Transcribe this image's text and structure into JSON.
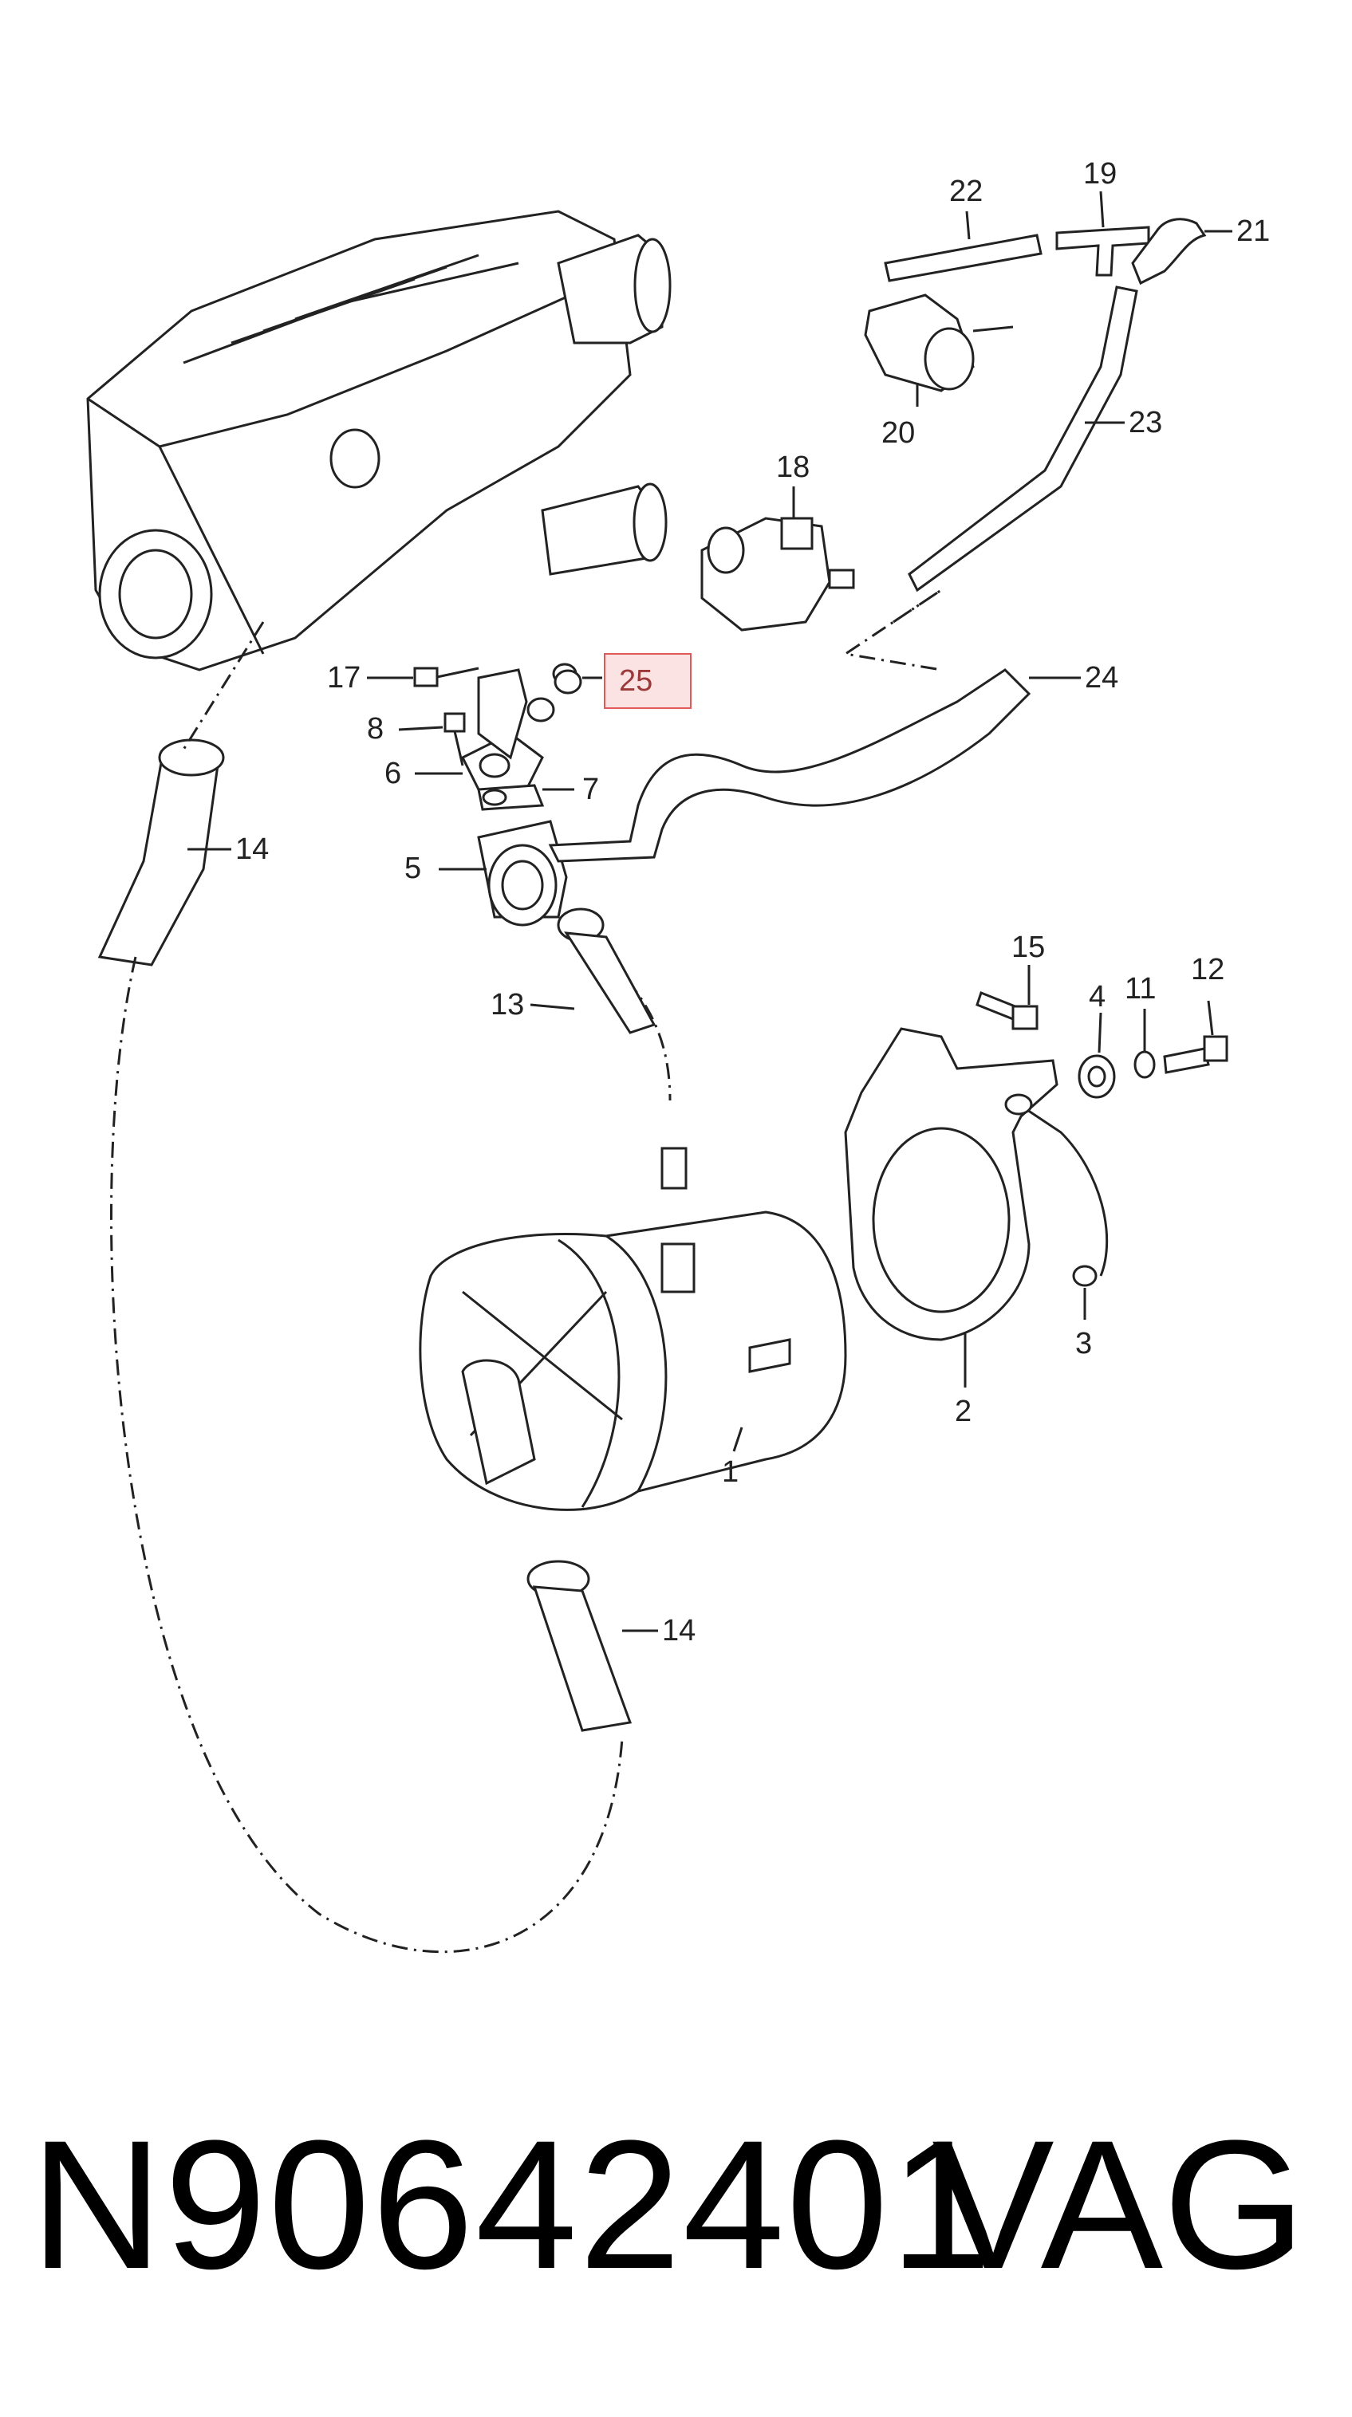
{
  "callouts": [
    {
      "id": "c1",
      "text": "1"
    },
    {
      "id": "c2",
      "text": "2"
    },
    {
      "id": "c3",
      "text": "3"
    },
    {
      "id": "c4",
      "text": "4"
    },
    {
      "id": "c5",
      "text": "5"
    },
    {
      "id": "c6",
      "text": "6"
    },
    {
      "id": "c7",
      "text": "7"
    },
    {
      "id": "c8",
      "text": "8"
    },
    {
      "id": "c11",
      "text": "11"
    },
    {
      "id": "c12",
      "text": "12"
    },
    {
      "id": "c13",
      "text": "13"
    },
    {
      "id": "c14a",
      "text": "14"
    },
    {
      "id": "c14b",
      "text": "14"
    },
    {
      "id": "c15",
      "text": "15"
    },
    {
      "id": "c17",
      "text": "17"
    },
    {
      "id": "c18",
      "text": "18"
    },
    {
      "id": "c19",
      "text": "19"
    },
    {
      "id": "c20",
      "text": "20"
    },
    {
      "id": "c21",
      "text": "21"
    },
    {
      "id": "c22",
      "text": "22"
    },
    {
      "id": "c23",
      "text": "23"
    },
    {
      "id": "c24",
      "text": "24"
    },
    {
      "id": "c25",
      "text": "25"
    }
  ],
  "highlight": {
    "callout": "25",
    "color": "#e05a5a",
    "fill": "#fbe3e3"
  },
  "footer": {
    "part_number": "N90642401",
    "brand": "VAG"
  }
}
